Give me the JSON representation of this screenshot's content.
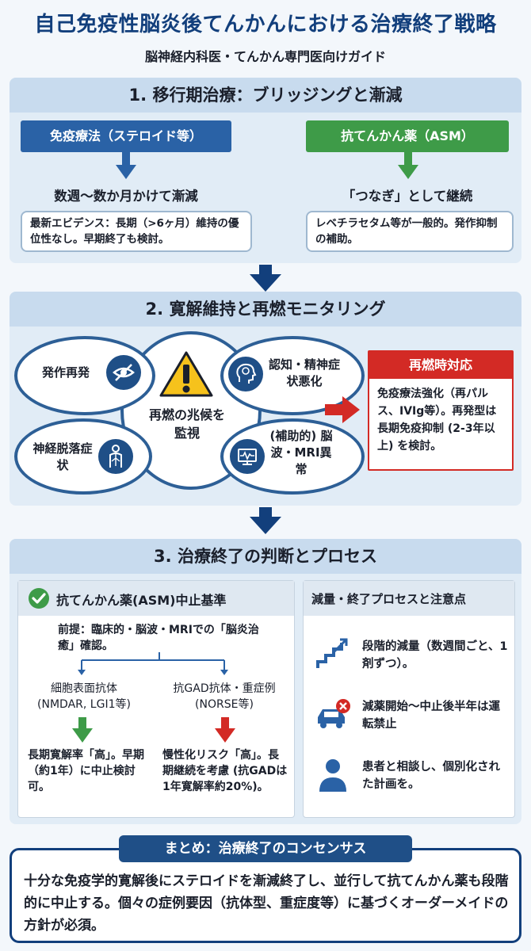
{
  "title": "自己免疫性脳炎後てんかんにおける治療終了戦略",
  "subtitle": "脳神経内科医・てんかん専門医向けガイド",
  "section1": {
    "heading": "1. 移行期治療：ブリッジングと漸減",
    "left": {
      "label": "免疫療法（ステロイド等）",
      "action": "数週〜数か月かけて漸減",
      "note": "最新エビデンス：長期（>6ヶ月）維持の優位性なし。早期終了も検討。"
    },
    "right": {
      "label": "抗てんかん薬（ASM）",
      "action": "「つなぎ」として継続",
      "note": "レベチラセタム等が一般的。発作抑制の補助。"
    }
  },
  "section2": {
    "heading": "2. 寛解維持と再燃モニタリング",
    "center": "再燃の兆候を監視",
    "items": [
      {
        "label": "発作再発",
        "icon": "eye-slash-icon"
      },
      {
        "label": "認知・精神症状悪化",
        "icon": "brain-head-icon"
      },
      {
        "label": "神経脱落症状",
        "icon": "body-nerve-icon"
      },
      {
        "label": "(補助的) 脳波・MRI異常",
        "icon": "eeg-monitor-icon"
      }
    ],
    "relapse": {
      "title": "再燃時対応",
      "body": "免疫療法強化（再パルス、IVIg等）。再発型は長期免疫抑制 (2-3年以上) を検討。"
    }
  },
  "section3": {
    "heading": "3. 治療終了の判断とプロセス",
    "criteria": {
      "title": "抗てんかん薬(ASM)中止基準",
      "premise": "前提：臨床的・脳波・MRIでの「脳炎治癒」確認。",
      "left": {
        "type": "細胞表面抗体 (NMDAR, LGI1等)",
        "outcome": "長期寛解率「高」。早期（約1年）に中止検討可。"
      },
      "right": {
        "type": "抗GAD抗体・重症例 (NORSE等)",
        "outcome": "慢性化リスク「高」。長期継続を考慮 (抗GADは1年寛解率約20%)。"
      }
    },
    "process": {
      "title": "減量・終了プロセスと注意点",
      "items": [
        {
          "text": "段階的減量（数週間ごと、1剤ずつ）。",
          "icon": "stairs-icon"
        },
        {
          "text": "減薬開始〜中止後半年は運転禁止",
          "icon": "no-driving-icon"
        },
        {
          "text": "患者と相談し、個別化された計画を。",
          "icon": "person-icon"
        }
      ]
    }
  },
  "summary": {
    "title": "まとめ：治療終了のコンセンサス",
    "body": "十分な免疫学的寛解後にステロイドを漸減終了し、並行して抗てんかん薬も段階的に中止する。個々の症例要因（抗体型、重症度等）に基づくオーダーメイドの方針が必須。"
  },
  "colors": {
    "navy": "#123f7c",
    "blue": "#2a62a6",
    "green": "#3e9b48",
    "red": "#d32a25",
    "section_bg": "#e1ecf6",
    "warning_yellow": "#f6c21c"
  }
}
